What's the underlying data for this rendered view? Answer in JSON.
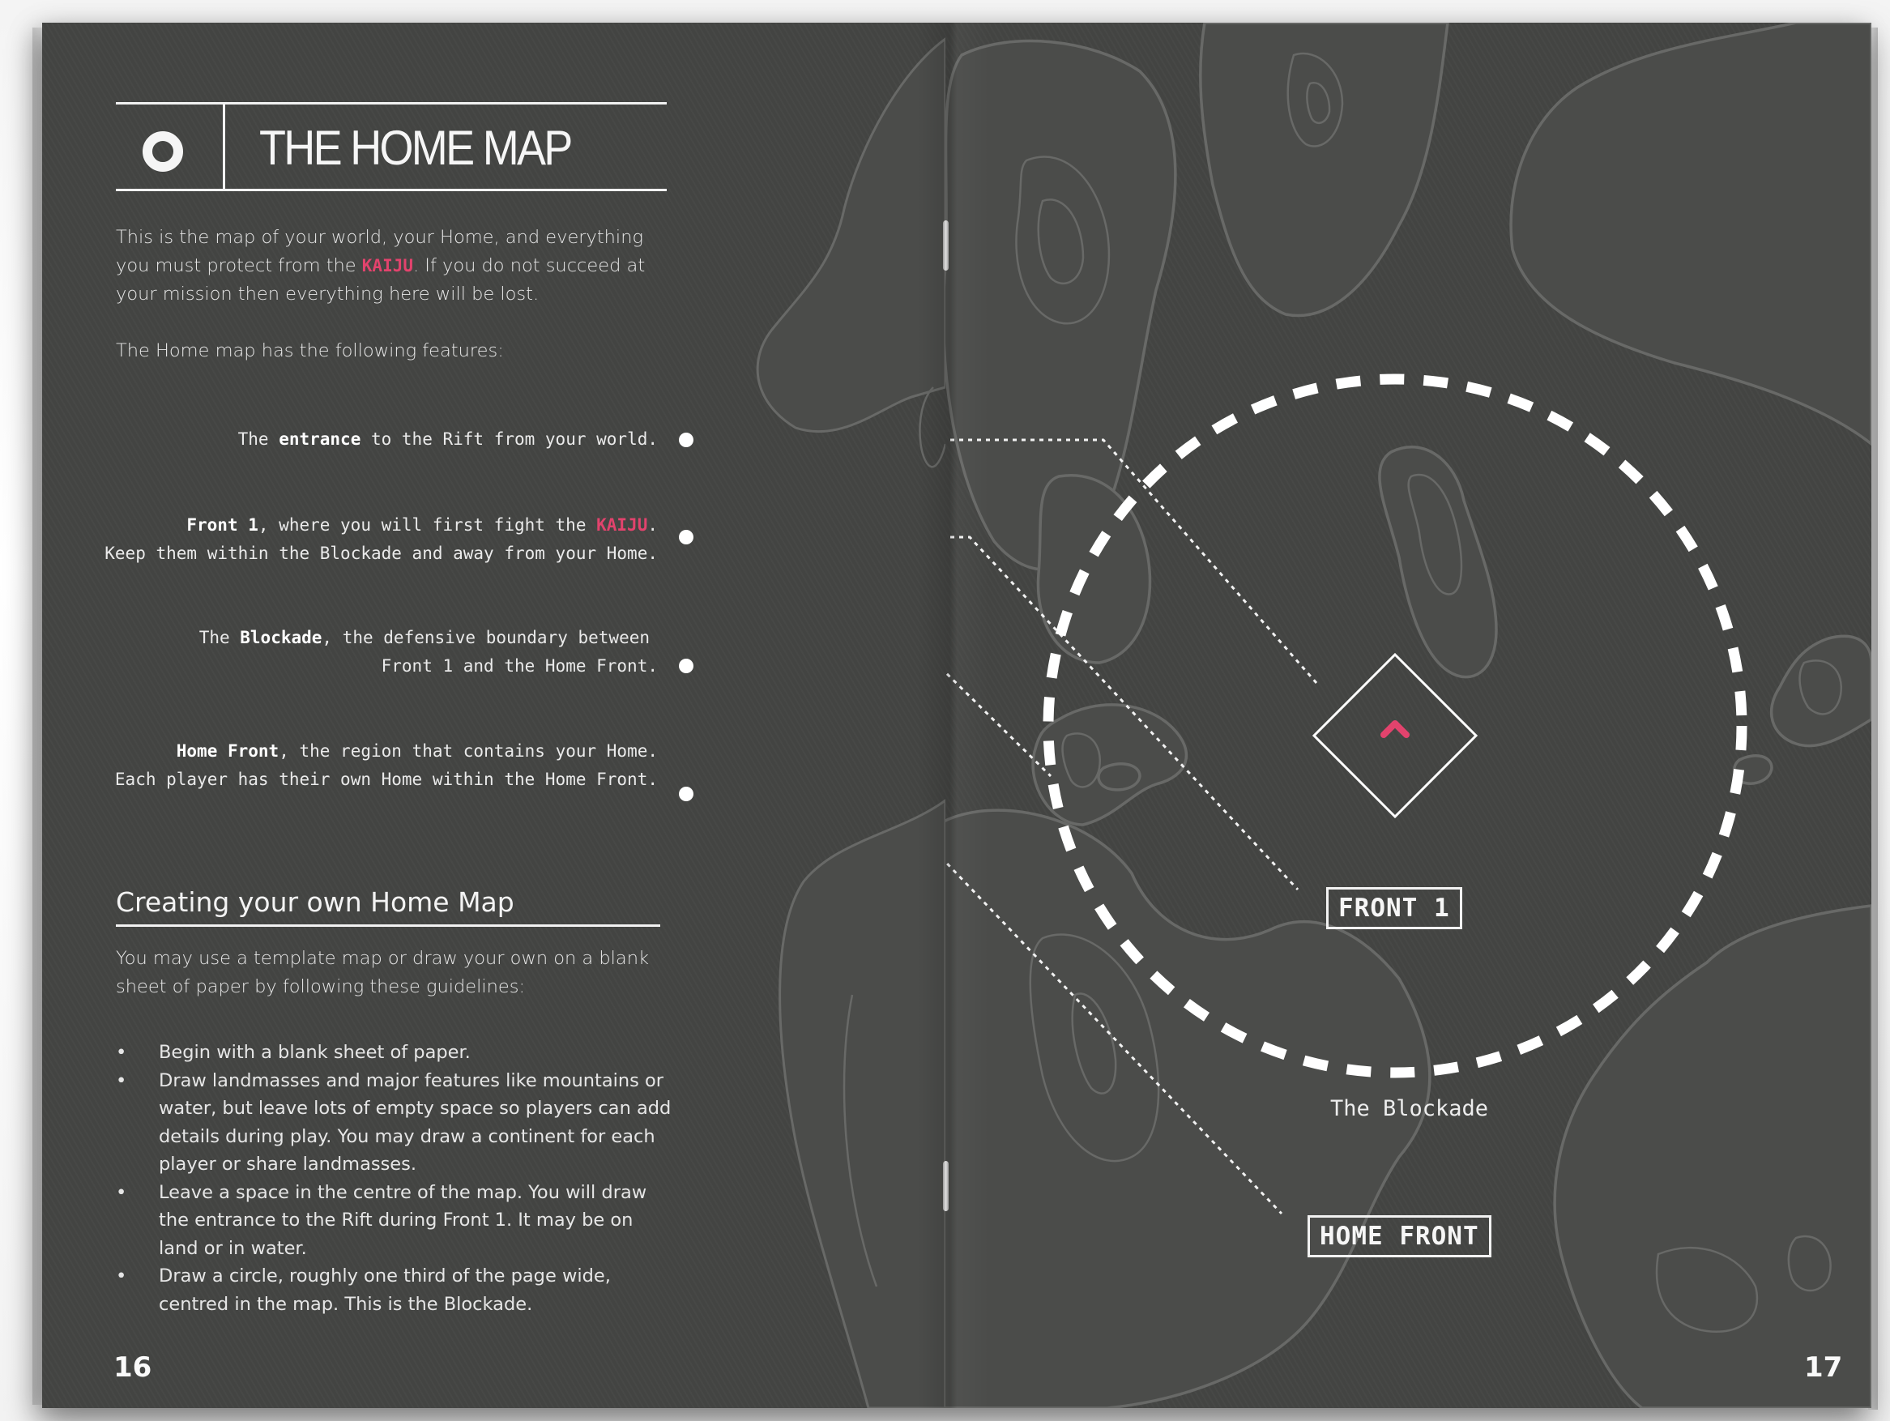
{
  "left_page": {
    "page_number": "16",
    "title": "THE HOME MAP",
    "title_icon": "ring-icon",
    "intro": {
      "before": "This is the map of your world, your Home, and everything you must protect from the ",
      "highlight": "KAIJU",
      "after": ". If you do not succeed at your mission then everything here will be lost."
    },
    "features_lead": "The Home map has the following features:",
    "features": [
      {
        "line1_pre": "The ",
        "bold": "entrance",
        "line1_post": " to the Rift from your world.",
        "red": "",
        "line1_end": "",
        "line2": ""
      },
      {
        "line1_pre": "",
        "bold": "Front 1",
        "line1_post": ", where you will first fight the ",
        "red": "KAIJU",
        "line1_end": ".",
        "line2": "Keep them within the Blockade and away from your Home."
      },
      {
        "line1_pre": "The ",
        "bold": "Blockade",
        "line1_post": ", the defensive boundary between ",
        "red": "",
        "line1_end": "",
        "line2": "Front 1 and the Home Front."
      },
      {
        "line1_pre": "",
        "bold": "Home Front",
        "line1_post": ", the region that contains your Home.",
        "red": "",
        "line1_end": "",
        "line2": "Each player has their own Home within the Home Front."
      }
    ],
    "section_heading": "Creating your own Home Map",
    "section_intro": "You may use a template map or draw your own on a blank sheet of paper by following these guidelines:",
    "bullet_glyph": "•",
    "guidelines": [
      "Begin with a blank sheet of paper.",
      "Draw landmasses and major features like mountains or water, but leave lots of empty space so players can add details during play. You may draw a continent for each player or share landmasses.",
      "Leave a space in the centre of the map. You will draw the entrance to the Rift during Front 1. It may be on land or in water.",
      "Draw a circle, roughly one third of the page wide, centred in the map. This is the Blockade."
    ]
  },
  "right_page": {
    "page_number": "17",
    "map_labels": {
      "front1": "FRONT 1",
      "blockade": "The Blockade",
      "home_front": "HOME FRONT"
    },
    "rift_icon": "chevron-up-icon",
    "colors": {
      "page_bg": "#434442",
      "land": "#4b4c4a",
      "contour": "#686967",
      "accent_red": "#e2436d",
      "ink": "#f2f2f2"
    }
  }
}
